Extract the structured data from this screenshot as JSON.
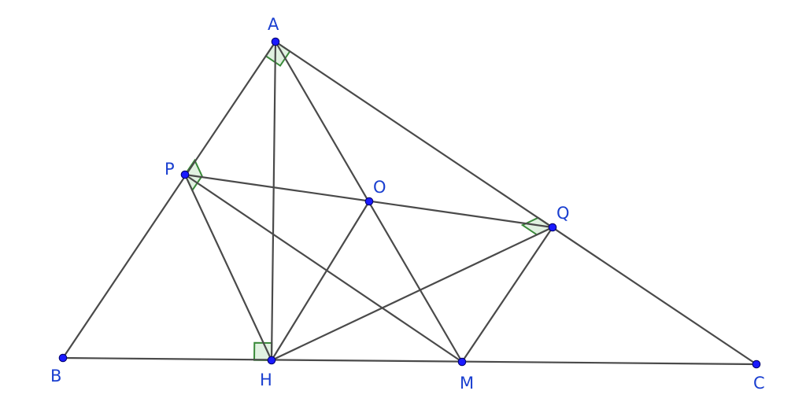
{
  "diagram": {
    "points": [
      {
        "id": "A",
        "label": "A"
      },
      {
        "id": "B",
        "label": "B"
      },
      {
        "id": "C",
        "label": "C"
      },
      {
        "id": "H",
        "label": "H"
      },
      {
        "id": "M",
        "label": "M"
      },
      {
        "id": "O",
        "label": "O"
      },
      {
        "id": "P",
        "label": "P"
      },
      {
        "id": "Q",
        "label": "Q"
      }
    ],
    "segments": [
      [
        "A",
        "B"
      ],
      [
        "A",
        "C"
      ],
      [
        "B",
        "C"
      ],
      [
        "A",
        "H"
      ],
      [
        "A",
        "M"
      ],
      [
        "P",
        "Q"
      ],
      [
        "P",
        "H"
      ],
      [
        "P",
        "M"
      ],
      [
        "H",
        "O"
      ],
      [
        "H",
        "Q"
      ],
      [
        "Q",
        "M"
      ]
    ],
    "right_angles": [
      {
        "at": "A",
        "between": [
          "B",
          "C"
        ]
      },
      {
        "at": "P",
        "between": [
          "A",
          "H"
        ]
      },
      {
        "at": "Q",
        "between": [
          "A",
          "H"
        ]
      },
      {
        "at": "H",
        "between": [
          "A",
          "B"
        ]
      }
    ],
    "colors": {
      "segment": "#4a4a4a",
      "point": "#1a1aff",
      "label": "#1a3fd0",
      "right_angle": "#3a8a3a"
    }
  }
}
